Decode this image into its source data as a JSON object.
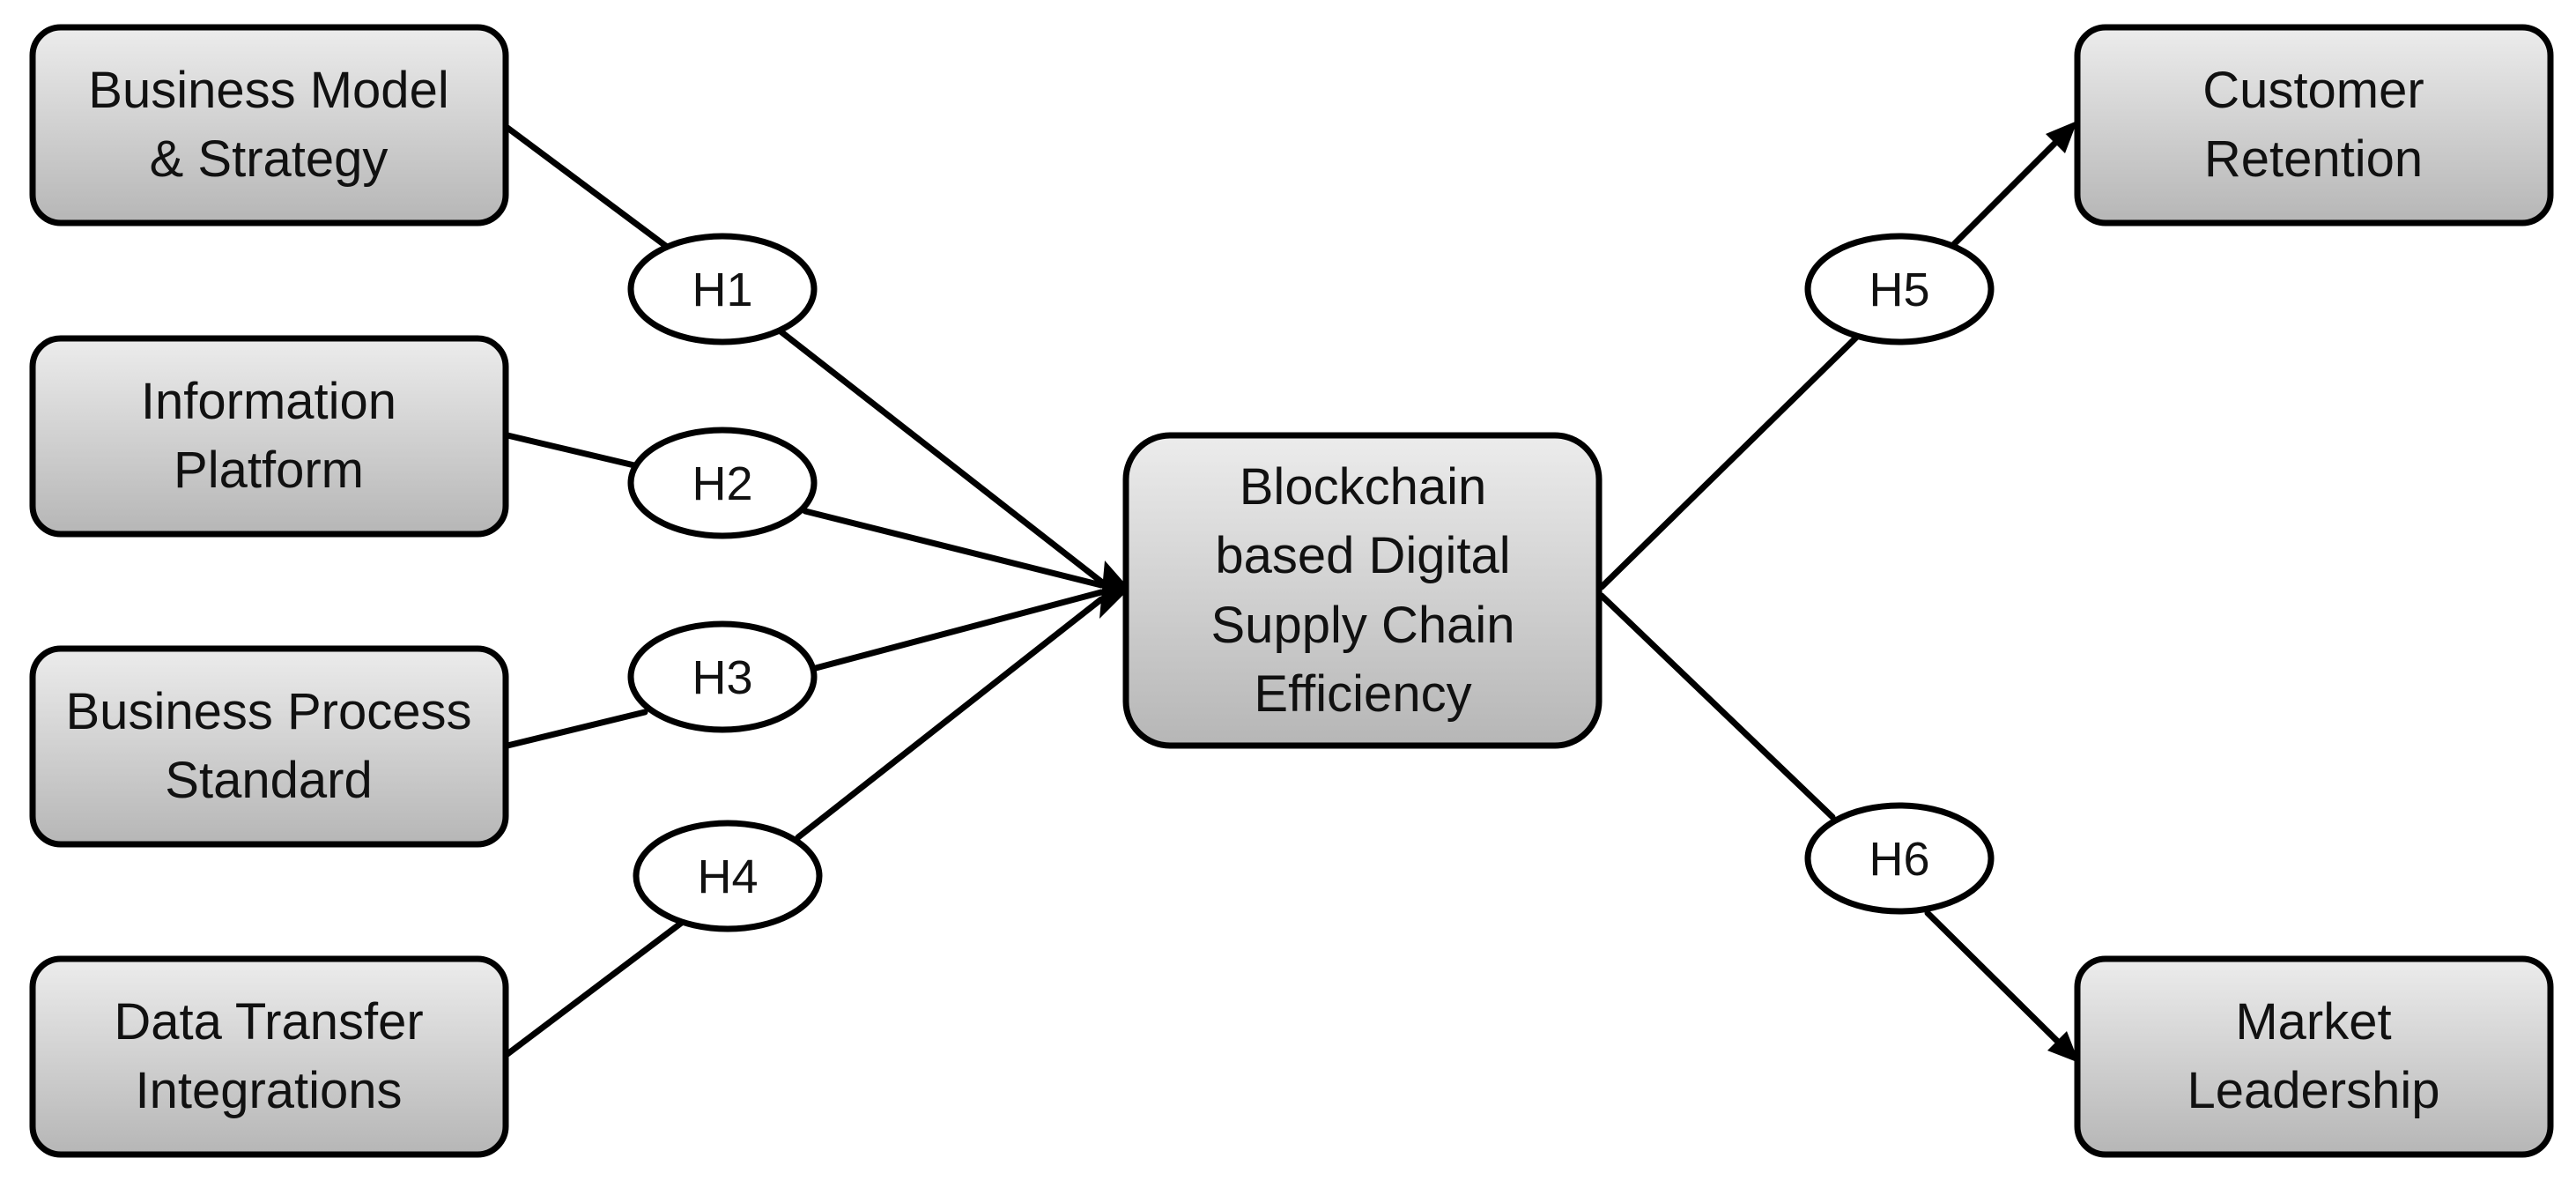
{
  "colors": {
    "box_fill_light": "#ebebeb",
    "box_fill_dark": "#b8b8b8",
    "stroke": "#000000",
    "ellipse_fill": "#ffffff"
  },
  "nodes": {
    "business_model": {
      "line1": "Business Model",
      "line2": "& Strategy"
    },
    "information_platform": {
      "line1": "Information",
      "line2": "Platform"
    },
    "business_process": {
      "line1": "Business Process",
      "line2": "Standard"
    },
    "data_transfer": {
      "line1": "Data Transfer",
      "line2": "Integrations"
    },
    "central": {
      "line1": "Blockchain",
      "line2": "based Digital",
      "line3": "Supply Chain",
      "line4": "Efficiency"
    },
    "customer_retention": {
      "line1": "Customer",
      "line2": "Retention"
    },
    "market_leadership": {
      "line1": "Market",
      "line2": "Leadership"
    }
  },
  "hypotheses": {
    "h1": "H1",
    "h2": "H2",
    "h3": "H3",
    "h4": "H4",
    "h5": "H5",
    "h6": "H6"
  }
}
